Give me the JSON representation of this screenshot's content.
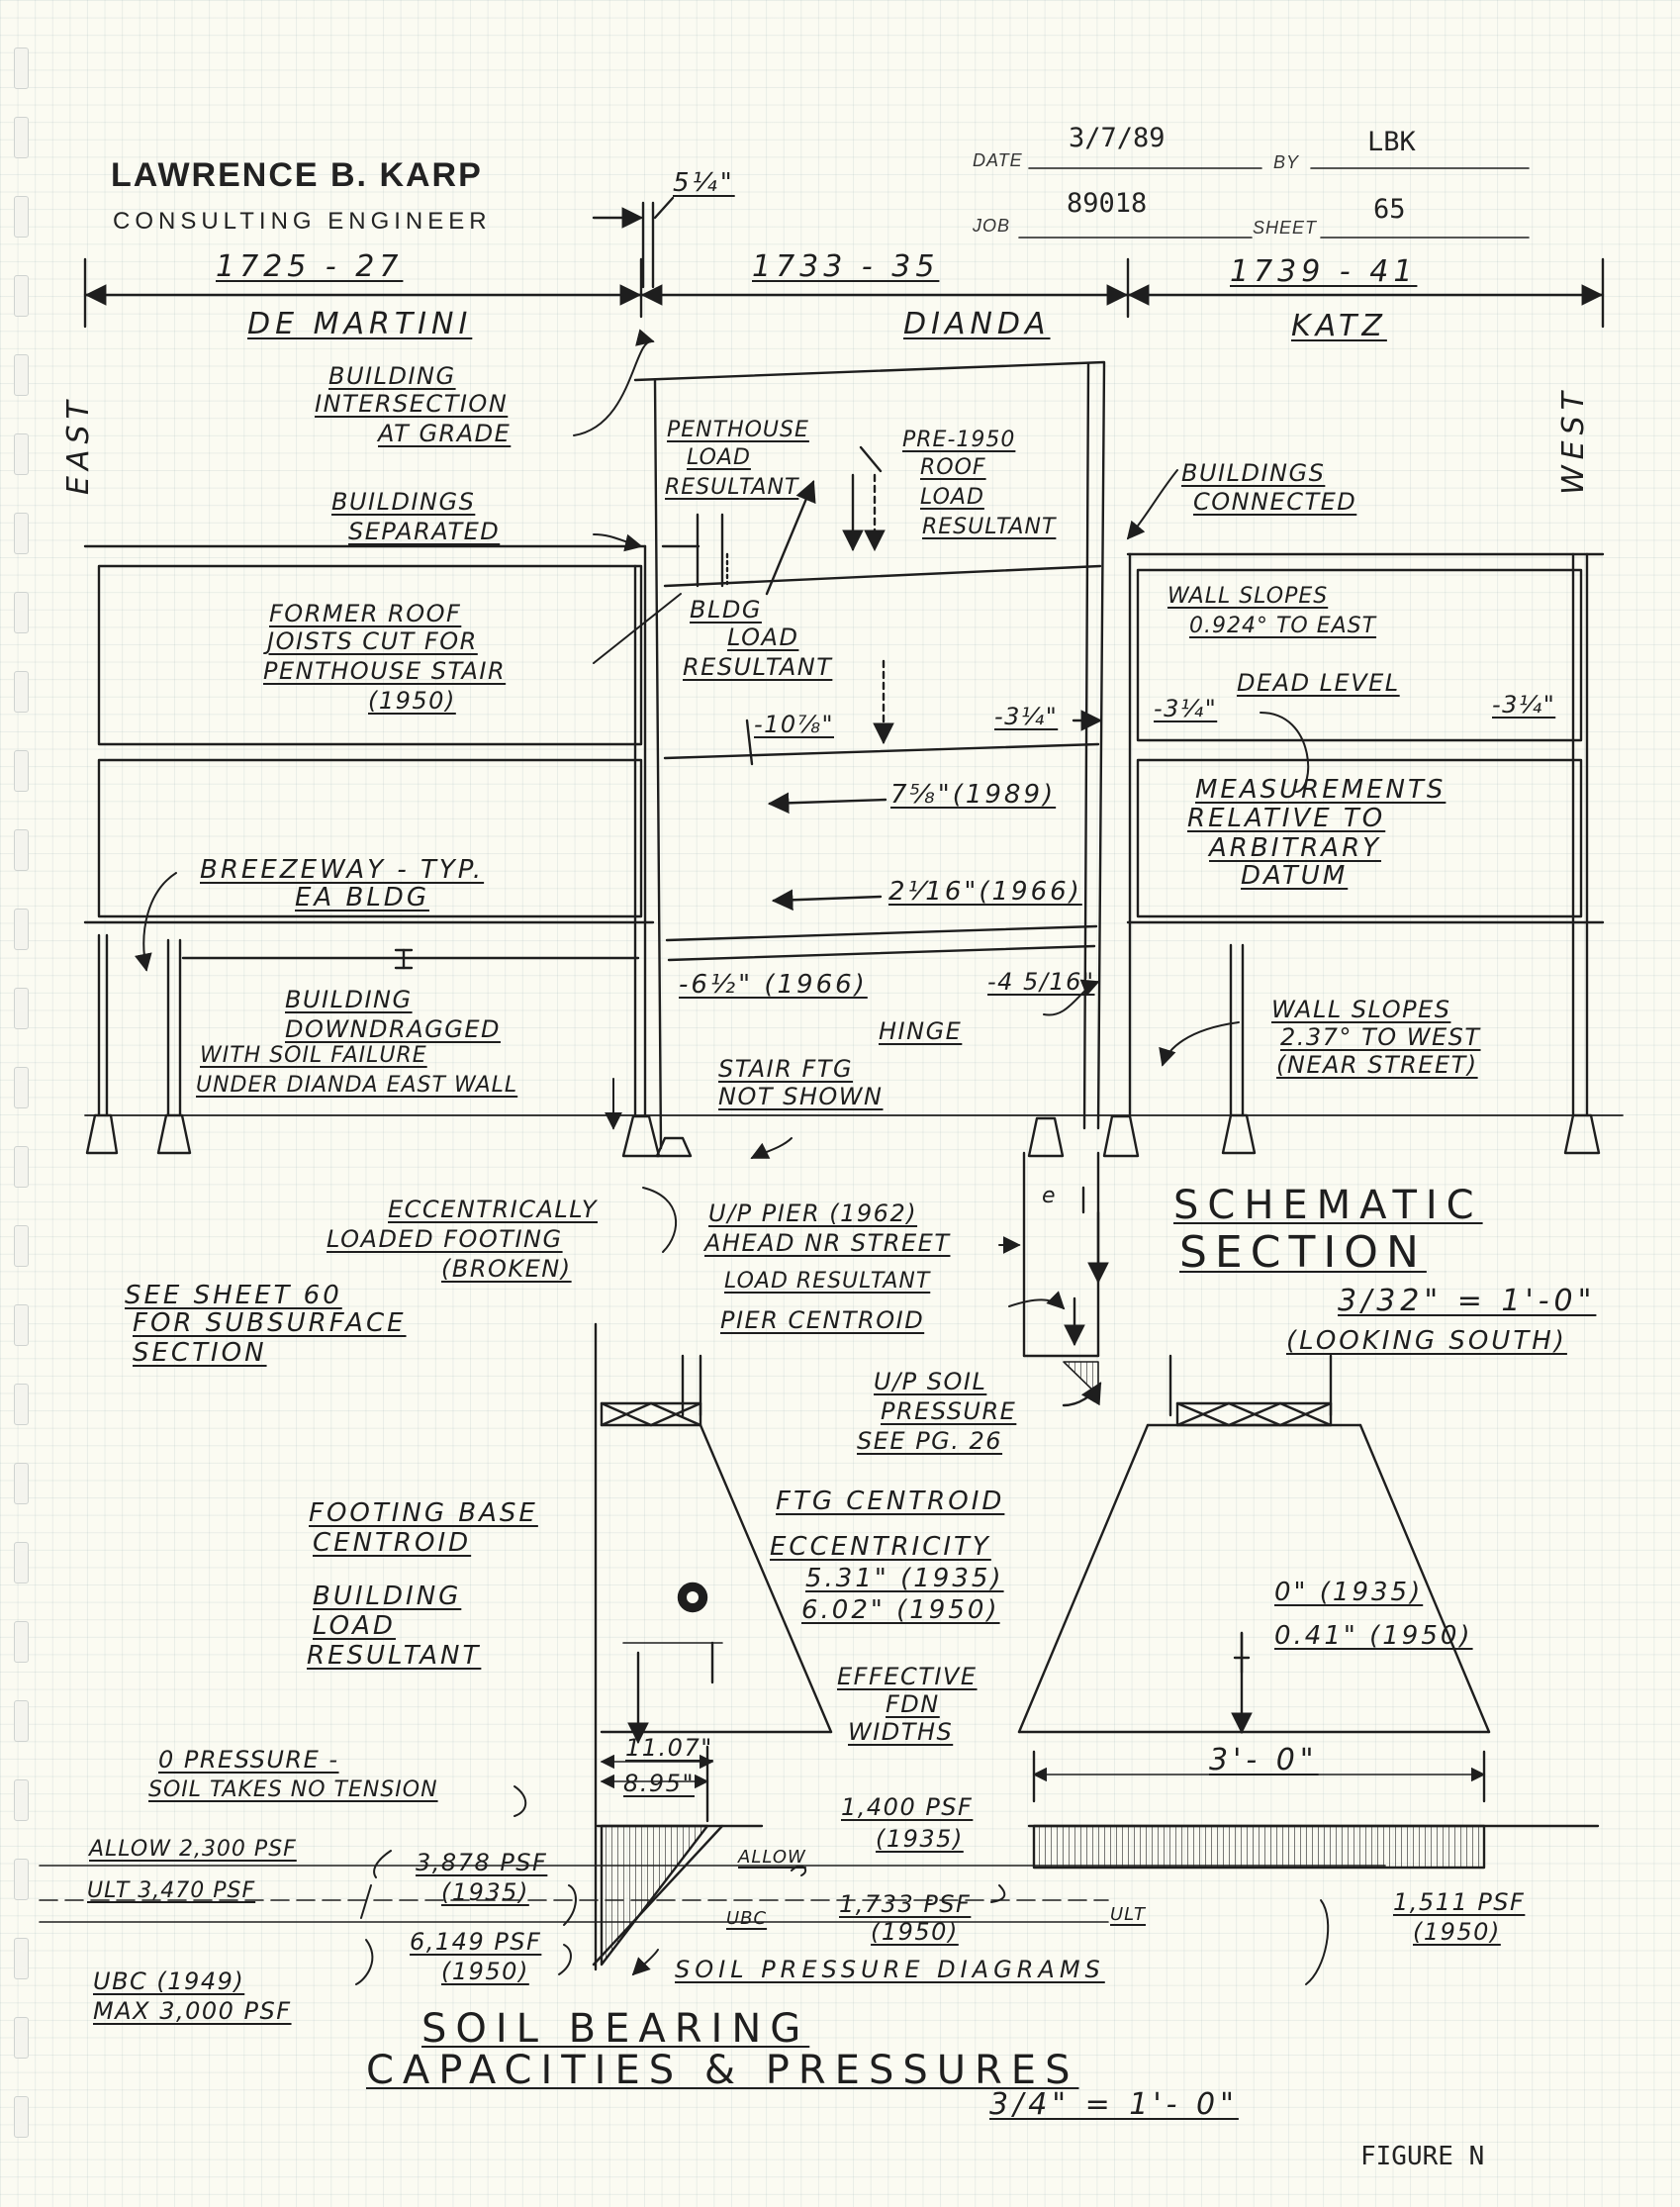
{
  "header": {
    "firm_name": "LAWRENCE B. KARP",
    "firm_title": "CONSULTING ENGINEER",
    "date_label": "DATE",
    "date_value": "3/7/89",
    "by_label": "BY",
    "by_value": "LBK",
    "job_label": "JOB",
    "job_value": "89018",
    "sheet_label": "SHEET",
    "sheet_value": "65"
  },
  "section": {
    "gap_dim": "5¼\"",
    "lot_left": "1725 - 27",
    "lot_center": "1733 - 35",
    "lot_right": "1739 - 41",
    "owner_left": "DE MARTINI",
    "owner_center": "DIANDA",
    "owner_right": "KATZ",
    "east": "EAST",
    "west": "WEST",
    "notes": {
      "building_intersection": [
        "BUILDING",
        "INTERSECTION",
        "AT GRADE"
      ],
      "buildings_separated": [
        "BUILDINGS",
        "SEPARATED"
      ],
      "penthouse_load": [
        "PENTHOUSE",
        "LOAD",
        "RESULTANT"
      ],
      "pre1950_roof": [
        "PRE-1950",
        "ROOF",
        "LOAD",
        "RESULTANT"
      ],
      "buildings_connected": [
        "BUILDINGS",
        "CONNECTED"
      ],
      "former_roof": [
        "FORMER ROOF",
        "JOISTS CUT FOR",
        "PENTHOUSE STAIR",
        "(1950)"
      ],
      "bldg_load": [
        "BLDG",
        "LOAD",
        "RESULTANT"
      ],
      "wall_slopes_east": [
        "WALL SLOPES",
        "0.924° TO EAST"
      ],
      "dead_level": "DEAD LEVEL",
      "dim_left": "-3¼\"",
      "dim_right": "-3¼\"",
      "dim_center": "-3¼\"",
      "dim_10": "-10⅞\"",
      "measurements": [
        "MEASUREMENTS",
        "RELATIVE TO",
        "ARBITRARY",
        "DATUM"
      ],
      "dim_1989": "7⅝\"(1989)",
      "dim_1966": "2⅟16\"(1966)",
      "breezeway": [
        "BREEZEWAY - TYP.",
        "EA BLDG"
      ],
      "dim_612": "-6½\"  (1966)",
      "dim_4516": "-4 5/16\"",
      "hinge": "HINGE",
      "wall_slopes_west": [
        "WALL SLOPES",
        "2.37° TO WEST",
        "(NEAR STREET)"
      ],
      "downdragged": [
        "BUILDING",
        "DOWNDRAGGED",
        "WITH SOIL FAILURE",
        "UNDER DIANDA EAST WALL"
      ],
      "stair_ftg": [
        "STAIR FTG",
        "NOT SHOWN"
      ],
      "eccentric": [
        "ECCENTRICALLY",
        "LOADED FOOTING",
        "(BROKEN)"
      ],
      "up_pier": [
        "U/P PIER (1962)",
        "AHEAD NR STREET",
        "LOAD RESULTANT",
        "PIER CENTROID"
      ],
      "e_label": "e",
      "see_sheet": [
        "SEE SHEET 60",
        "FOR SUBSURFACE",
        "SECTION"
      ]
    },
    "title": "SCHEMATIC",
    "title2": "SECTION",
    "scale": "3/32\" = 1'-0\"",
    "looking": "(LOOKING SOUTH)"
  },
  "footing": {
    "up_soil": [
      "U/P SOIL",
      "PRESSURE",
      "SEE PG. 26"
    ],
    "ftg_centroid": "FTG CENTROID",
    "base_centroid": [
      "FOOTING BASE",
      "CENTROID"
    ],
    "eccentricity": [
      "ECCENTRICITY",
      "5.31\" (1935)",
      "6.02\" (1950)"
    ],
    "bldg_load": [
      "BUILDING",
      "LOAD",
      "RESULTANT"
    ],
    "right_ecc": [
      "0\" (1935)",
      "0.41\" (1950)"
    ],
    "effective": [
      "EFFECTIVE",
      "FDN",
      "WIDTHS"
    ],
    "width_1": "11.07\"",
    "width_2": "8.95\"",
    "width_right": "3'- 0\"",
    "zero_pressure": [
      "0 PRESSURE -",
      "SOIL TAKES NO TENSION"
    ],
    "allow": "ALLOW 2,300 PSF",
    "ult": "ULT 3,470 PSF",
    "ubc": [
      "UBC (1949)",
      "MAX  3,000 PSF"
    ],
    "p3878": [
      "3,878 PSF",
      "(1935)"
    ],
    "p6149": [
      "6,149 PSF",
      "(1950)"
    ],
    "p1400": [
      "1,400 PSF",
      "(1935)"
    ],
    "p1733": [
      "1,733 PSF",
      "(1950)"
    ],
    "p1511": [
      "1,511 PSF",
      "(1950)"
    ],
    "allow_short": "ALLOW",
    "ubc_short": "UBC",
    "ult_short": "ULT",
    "diagrams": "SOIL PRESSURE DIAGRAMS",
    "title_1": "SOIL  BEARING",
    "title_2": "CAPACITIES  &  PRESSURES",
    "scale": "3/4\" = 1'- 0\""
  },
  "figure": "FIGURE N"
}
